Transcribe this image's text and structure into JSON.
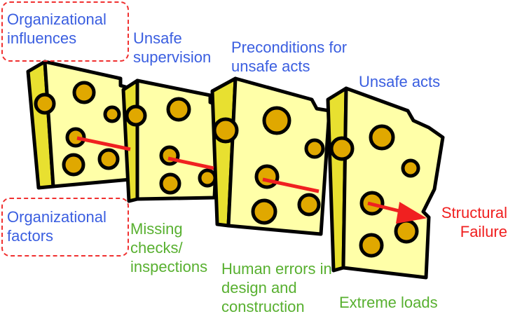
{
  "colors": {
    "face": "#FFFFA8",
    "side": "#E8E030",
    "hole": "#E0A800",
    "arrow": "#F02020",
    "blue": "#3A5EE0",
    "green": "#58B030"
  },
  "labels": {
    "org_influences": "Organizational influences",
    "unsafe_supervision": "Unsafe supervision",
    "preconditions": "Preconditions for unsafe acts",
    "unsafe_acts": "Unsafe acts",
    "org_factors": "Organizational factors",
    "missing_checks": "Missing checks/ inspections",
    "human_errors": "Human errors in design and construction",
    "extreme_loads": "Extreme loads",
    "structural_failure": "Structural Failure"
  }
}
